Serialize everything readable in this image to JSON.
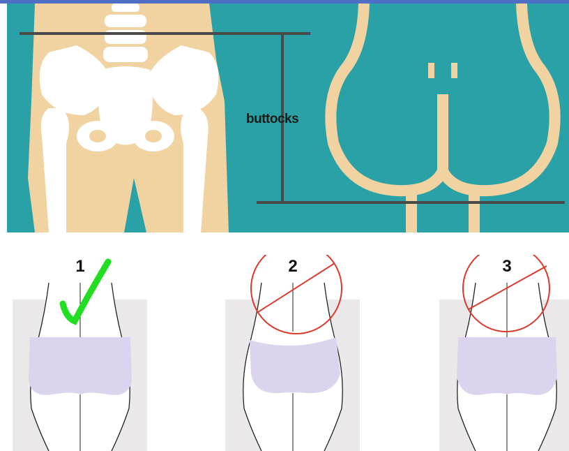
{
  "anatomy": {
    "label": "buttocks"
  },
  "figures": [
    {
      "number": "1",
      "mark": "check-icon",
      "mark_color": "#22dd22"
    },
    {
      "number": "2",
      "mark": "prohibited-icon",
      "mark_color": "#d93a2b"
    },
    {
      "number": "3",
      "mark": "prohibited-icon",
      "mark_color": "#d93a2b"
    }
  ],
  "colors": {
    "teal": "#2aa1a6",
    "skin": "#f0d3a0",
    "bone": "#ffffff",
    "underwear": "#dcd3ee",
    "backdrop": "#ebe8ea"
  }
}
